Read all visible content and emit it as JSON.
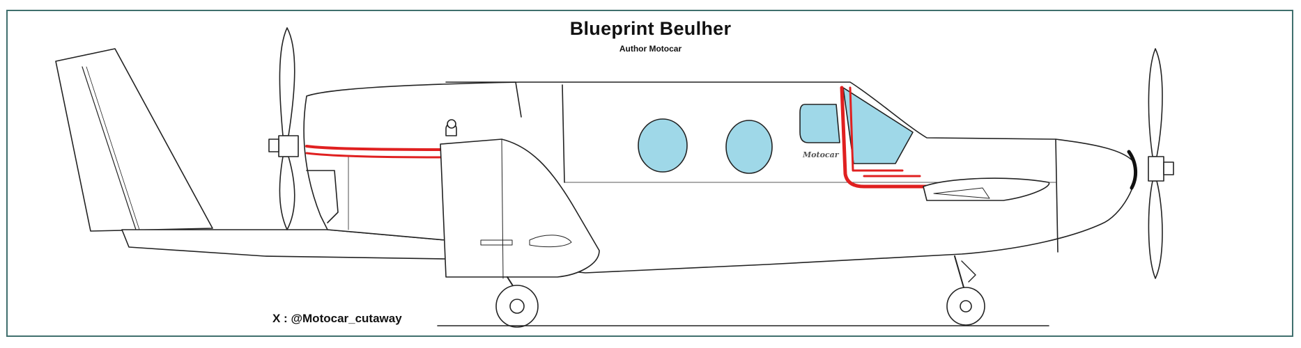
{
  "header": {
    "title": "Blueprint Beulher",
    "author": "Author Motocar"
  },
  "footer": {
    "handle": "X : @Motocar_cutaway"
  },
  "aircraft": {
    "fuselage_logo": "Motocar",
    "colors": {
      "outline": "#222222",
      "stripe": "#e02020",
      "window": "#9fd8e8",
      "frame": "#3f6f6d"
    }
  }
}
